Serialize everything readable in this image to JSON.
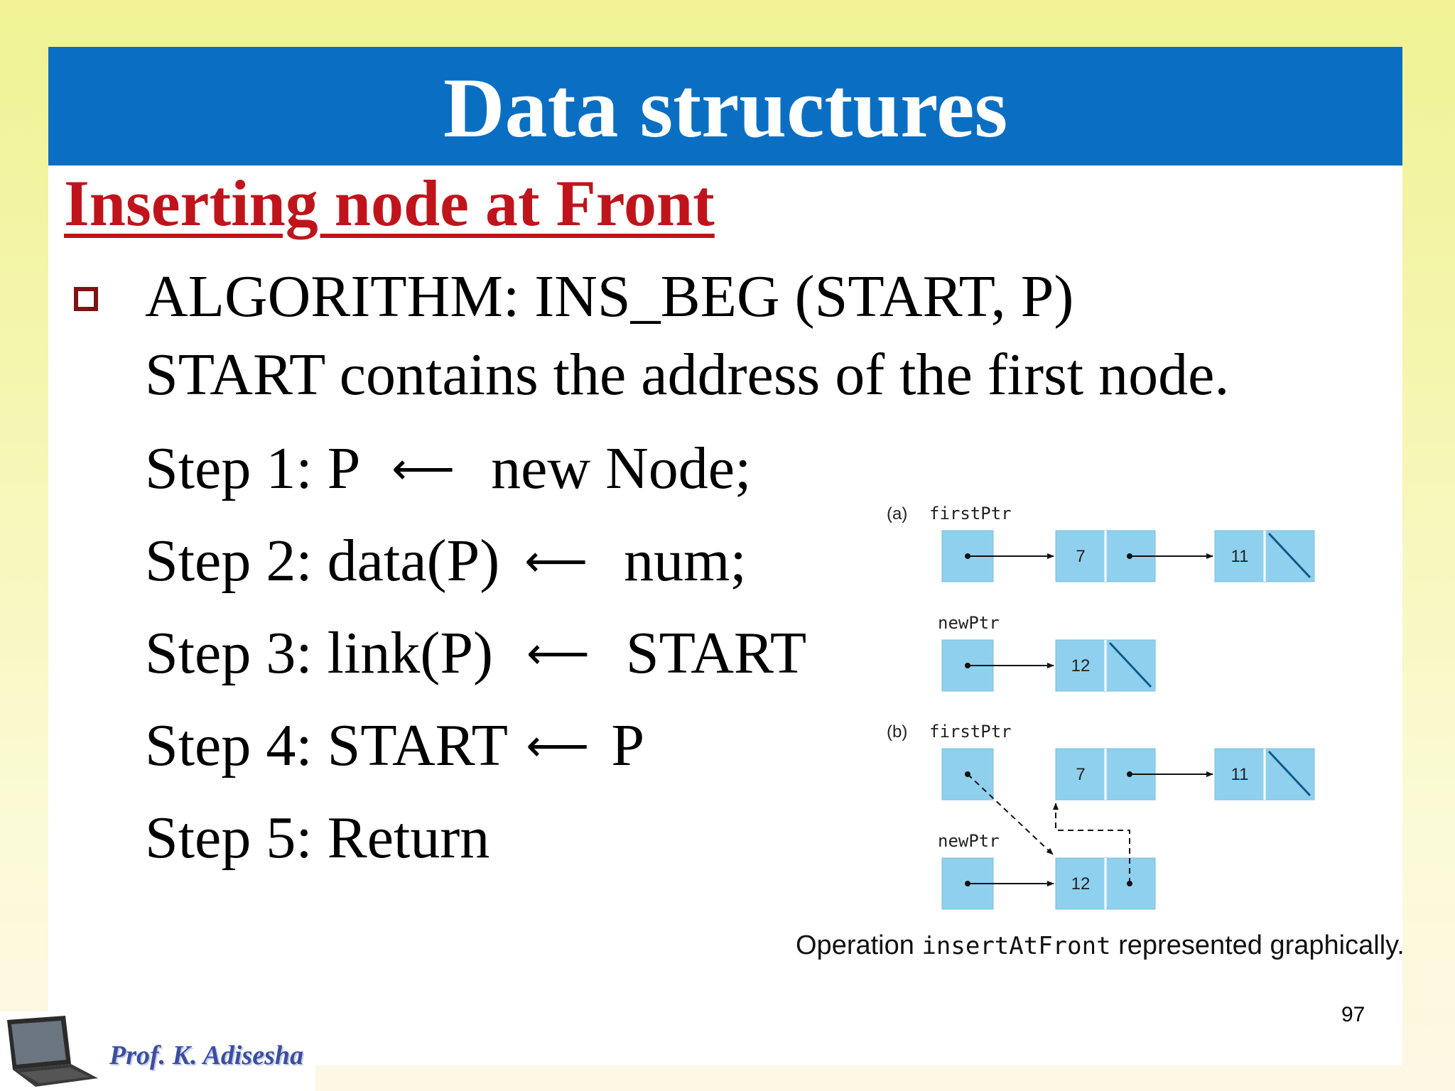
{
  "slide": {
    "title": "Data structures",
    "subtitle": "Inserting node at Front",
    "algorithm_line": "ALGORITHM: INS_BEG (START, P)",
    "description": "START contains the address of the first node.",
    "steps": [
      {
        "label": "Step 1: P",
        "rhs": "new Node;"
      },
      {
        "label": "Step 2: data(P)",
        "rhs": "num;"
      },
      {
        "label": "Step 3: link(P)",
        "rhs": "START"
      },
      {
        "label": "Step 4: START",
        "rhs": "P"
      },
      {
        "label": "Step 5: Return"
      }
    ],
    "arrow_glyph": "⟵",
    "page_number": "97",
    "author": "Prof. K. Adisesha"
  },
  "figure": {
    "part_a": {
      "label": "(a)",
      "first_ptr": "firstPtr",
      "new_ptr": "newPtr",
      "list_values": [
        "7",
        "11"
      ],
      "new_value": "12"
    },
    "part_b": {
      "label": "(b)",
      "first_ptr": "firstPtr",
      "new_ptr": "newPtr",
      "list_values": [
        "7",
        "11"
      ],
      "new_value": "12"
    },
    "caption_prefix": "Operation ",
    "caption_code": "insertAtFront",
    "caption_suffix": " represented graphically."
  },
  "colors": {
    "title_bar": "#0a6fc2",
    "subtitle": "#c0141c",
    "node_fill": "#8fd0ee",
    "bullet": "#7a1515"
  }
}
